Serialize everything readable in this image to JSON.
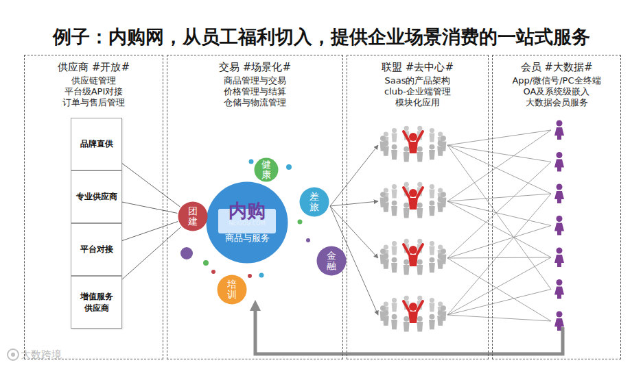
{
  "diagram": {
    "title": "例子：内购网，从员工福利切入，提供企业场景消费的一站式服务",
    "nodes": [
      {
        "text": [
          "供应商 #开放#",
          "供应链管理 平台级API对接 订单与售后管理"
        ]
      },
      {
        "text": [
          "品牌直供"
        ],
        "in": 0
      },
      {
        "text": [
          "专业供应商"
        ],
        "in": 0
      },
      {
        "text": [
          "平台对接"
        ],
        "in": 0
      },
      {
        "text": [
          "增值服务 供应商"
        ],
        "in": 0
      },
      {
        "text": [
          "交易 #场景化#",
          "商品管理与交易 价格管理与结算 仓储与物流管理"
        ]
      },
      {
        "text": [
          "内购",
          "NEIGOU.COM",
          "商品与服务"
        ],
        "in": 5
      },
      {
        "text": [
          "健康"
        ],
        "in": 5
      },
      {
        "text": [
          "团建"
        ],
        "in": 5
      },
      {
        "text": [
          "差旅"
        ],
        "in": 5
      },
      {
        "text": [
          "金融"
        ],
        "in": 5
      },
      {
        "text": [
          "培训"
        ],
        "in": 5
      },
      {
        "text": [
          "联盟 #去中心#",
          "Saas的产品架构 club-企业端管理 模块化应用"
        ]
      },
      {
        "text": [
          "会员 #大数据#",
          "App/微信号/PC全终端 OA及系统级嵌入 大数据会员服务"
        ]
      }
    ],
    "edges": [
      {
        "from": 1,
        "to": 8,
        "arrow": "none"
      },
      {
        "from": 2,
        "to": 8,
        "arrow": "none"
      },
      {
        "from": 3,
        "to": 8,
        "arrow": "none"
      },
      {
        "from": 4,
        "to": 8,
        "arrow": "none"
      }
    ],
    "labels": [
      "大数跨境"
    ]
  }
}
